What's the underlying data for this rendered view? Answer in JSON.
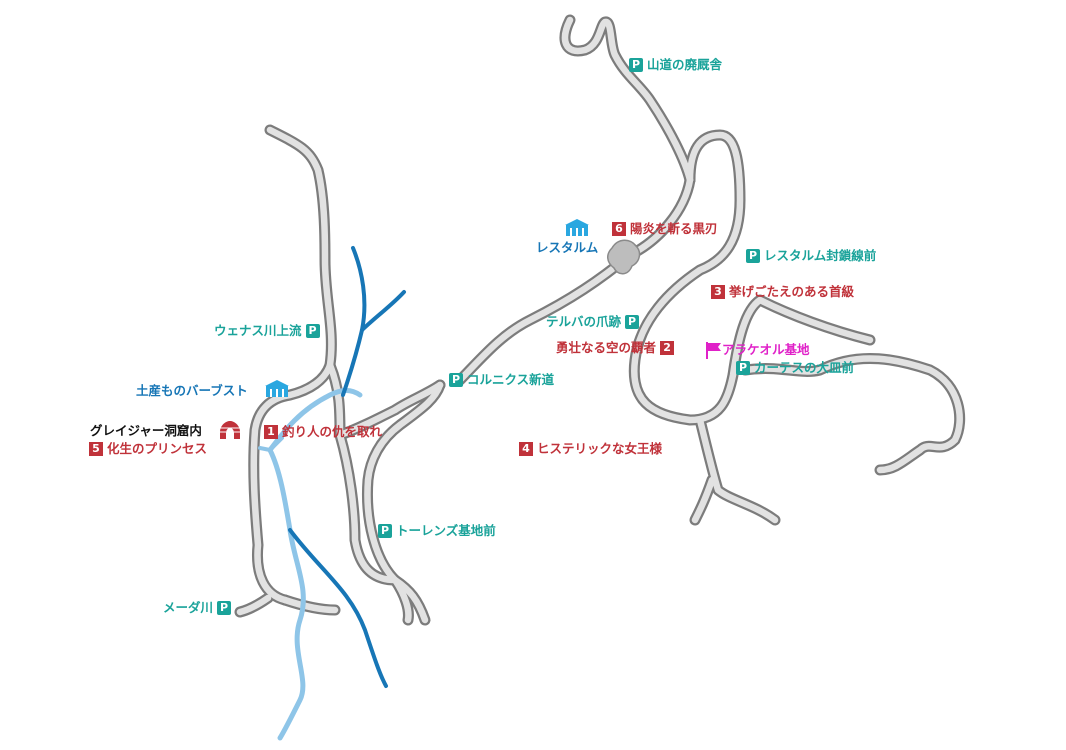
{
  "colors": {
    "road": "#c6c6c6",
    "road_outline": "#7c7c7c",
    "river_light": "#8ec5e8",
    "river_dark": "#1776b6",
    "parking": "#1aa39a",
    "fate": "#c0323a",
    "settlement": "#1776b6",
    "aetheryte": "#2aa7e0",
    "flag": "#e021c8"
  },
  "icons": {
    "parking": "parking-icon",
    "fate": "fate-number-icon",
    "settlement": "settlement-icon",
    "cave": "cave-entrance-icon",
    "flag": "flag-icon"
  },
  "parking_letter": "P",
  "places": {
    "sando": "山道の廃厩舎",
    "restalm_front": "レスタルム封鎖線前",
    "telba": "テルバの爪跡",
    "cartese": "カーテスの大皿前",
    "kolnix": "コルニクス新道",
    "wenas": "ウェナス川上流",
    "torrens": "トーレンズ基地前",
    "meldacio": "メーダ川",
    "restalm": "レスタルム",
    "tosan": "土産ものバーブスト",
    "glacier": "グレイジャー洞窟内",
    "arakeoru": "アラケオル基地"
  },
  "fates": [
    {
      "num": "1",
      "label": "釣り人の仇を取れ"
    },
    {
      "num": "2",
      "label": "勇壮なる空の覇者"
    },
    {
      "num": "3",
      "label": "挙げごたえのある首級"
    },
    {
      "num": "4",
      "label": "ヒステリックな女王様"
    },
    {
      "num": "5",
      "label": "化生のプリンセス"
    },
    {
      "num": "6",
      "label": "陽炎を斬る黒刃"
    }
  ]
}
